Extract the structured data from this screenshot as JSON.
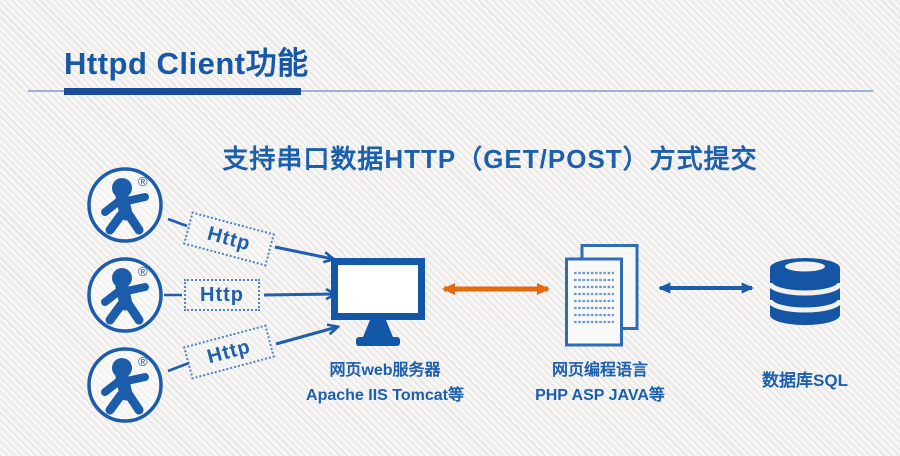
{
  "colors": {
    "primary_blue": "#1b5cab",
    "title_blue": "#1657a8",
    "dark_blue_bar": "#1b4d9b",
    "divider_line": "#9db3d4",
    "orange_arrow": "#e5690f",
    "caption_blue": "#1c5fad",
    "background": "#f0efed"
  },
  "header": {
    "title": "Httpd Client功能"
  },
  "diagram": {
    "subtitle": "支持串口数据HTTP（GET/POST）方式提交",
    "devices": [
      {
        "registered_mark": "®"
      },
      {
        "registered_mark": "®"
      },
      {
        "registered_mark": "®"
      }
    ],
    "http_tags": [
      {
        "label": "Http"
      },
      {
        "label": "Http"
      },
      {
        "label": "Http"
      }
    ],
    "web_server": {
      "caption_line1": "网页web服务器",
      "caption_line2": "Apache IIS Tomcat等"
    },
    "language": {
      "caption_line1": "网页编程语言",
      "caption_line2": "PHP ASP JAVA等"
    },
    "database": {
      "caption": "数据库SQL"
    },
    "icons": {
      "device": "mascot-device-logo-icon",
      "web_server": "monitor-icon",
      "language": "documents-icon",
      "database": "database-cylinder-icon",
      "device_to_server": "arrow-right-icon",
      "server_language_link": "double-arrow-orange-icon",
      "language_database_link": "double-arrow-blue-icon"
    }
  }
}
